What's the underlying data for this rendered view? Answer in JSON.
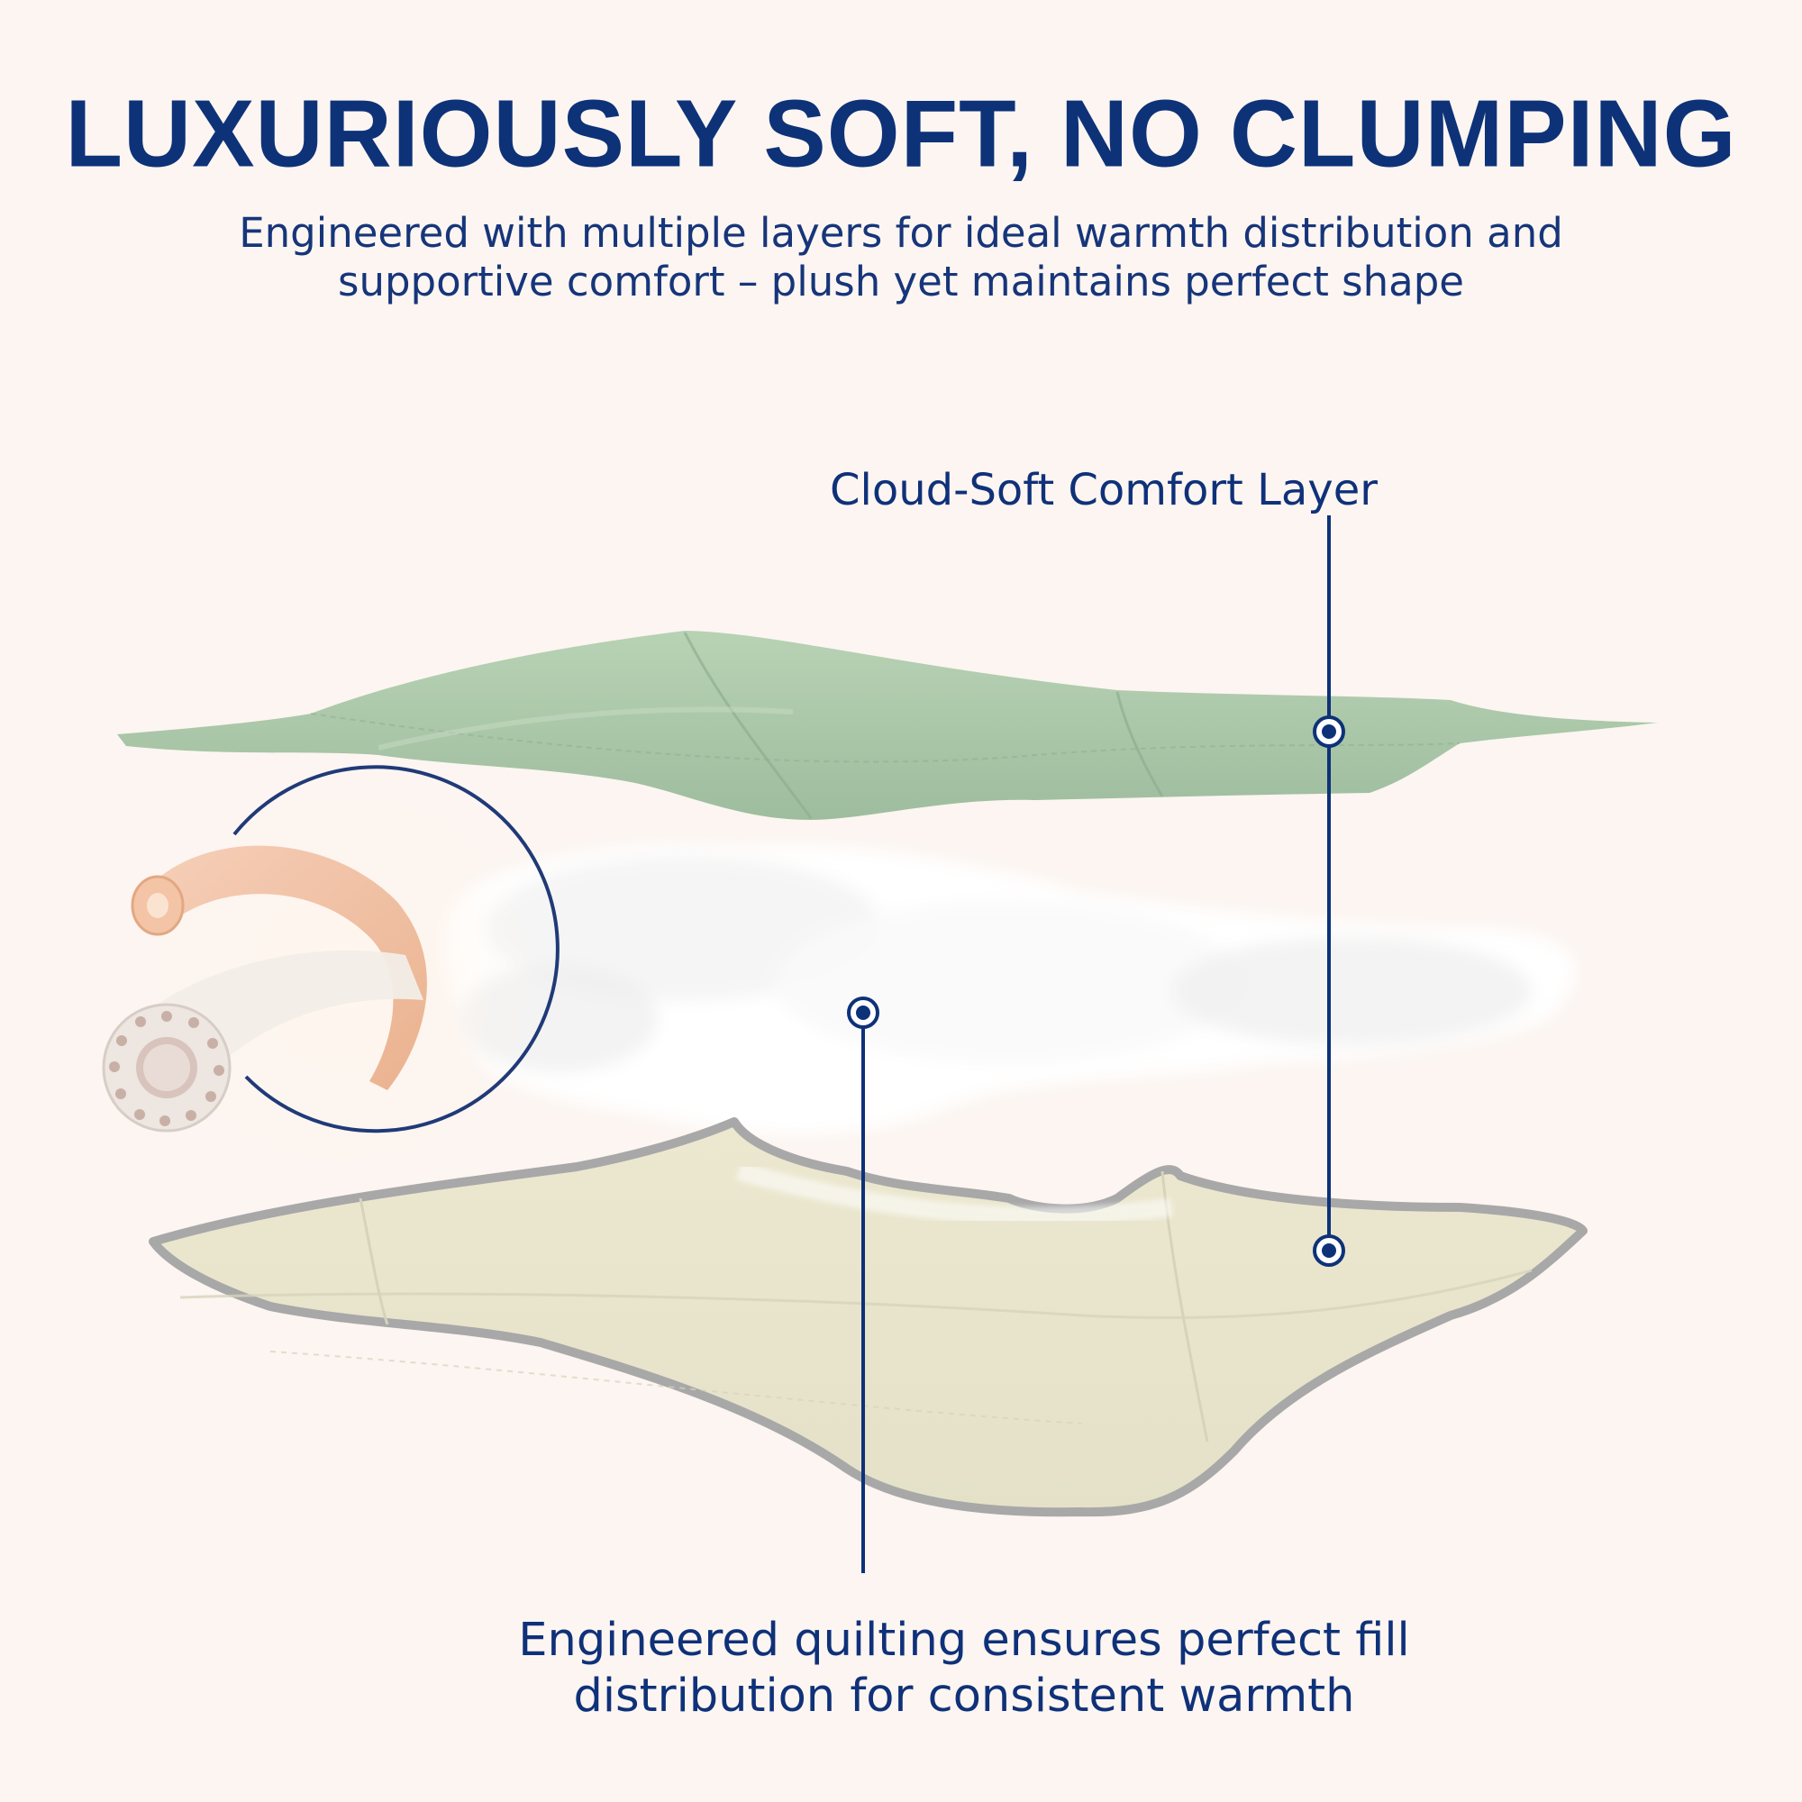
{
  "header": {
    "title": "LUXURIOUSLY SOFT, NO CLUMPING",
    "subtitle_line1": "Engineered with multiple layers for ideal warmth distribution and",
    "subtitle_line2": "supportive comfort – plush yet maintains perfect shape"
  },
  "callouts": {
    "top_label": "Cloud-Soft Comfort Layer",
    "bottom_line1": "Engineered quilting ensures perfect fill",
    "bottom_line2": "distribution for consistent warmth"
  },
  "colors": {
    "brand_navy": "#0d3278",
    "background": "#fcf5f1",
    "sage_layer": "#a9c6a8",
    "cream_layer": "#eae7d2",
    "grey_edge": "#a6a6a6",
    "fiber_peach": "#f1c2a6"
  }
}
